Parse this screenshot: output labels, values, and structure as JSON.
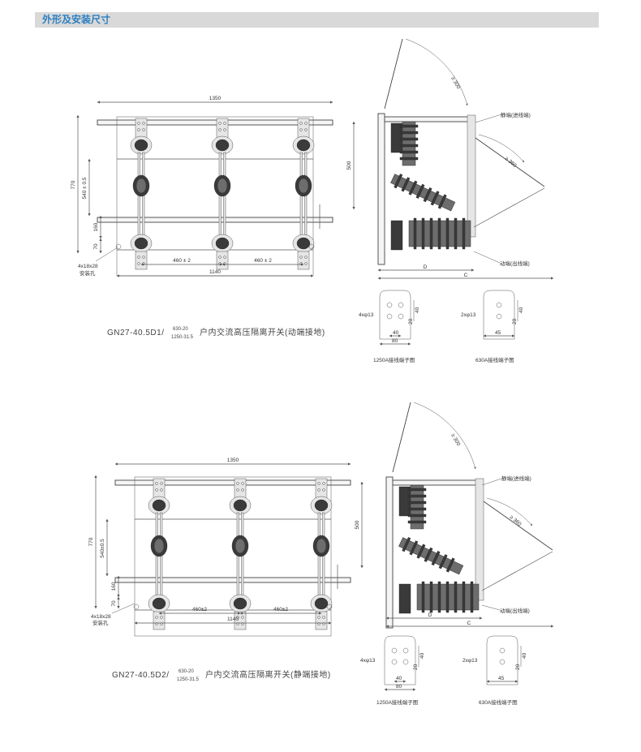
{
  "header": {
    "title": "外形及安装尺寸"
  },
  "diagrams": [
    {
      "caption_prefix": "GN27-40.5D1/",
      "caption_frac_top": "630-20",
      "caption_frac_bottom": "1250-31.5",
      "caption_suffix": "户内交流高压隔离开关(动端接地)",
      "front": {
        "width_total": "1350",
        "width_mount": "1140",
        "pitch_a": "460 ± 2",
        "pitch_b": "460 ± 2",
        "height_total": "770",
        "height_mid": "540 ± 0.5",
        "height_low": "160",
        "height_base": "70",
        "height_side": "500",
        "hole_label": "4x18x28",
        "hole_text": "安装孔"
      },
      "side": {
        "arc_a": "≥ 300",
        "arc_b": "≥ 360",
        "label_static": "静端(进线端)",
        "label_moving": "动端(出线端)",
        "dim_d": "D",
        "dim_c": "C"
      },
      "term_1250": {
        "holes": "4xφ13",
        "w1": "40",
        "w2": "80",
        "h1": "20",
        "h2": "40",
        "caption": "1250A接线端子图"
      },
      "term_630": {
        "holes": "2xφ13",
        "w1": "45",
        "h1": "20",
        "h2": "40",
        "caption": "630A接线端子图"
      }
    },
    {
      "caption_prefix": "GN27-40.5D2/",
      "caption_frac_top": "630-20",
      "caption_frac_bottom": "1250-31.5",
      "caption_suffix": "户内交流高压隔离开关(静端接地)",
      "front": {
        "width_total": "1350",
        "width_mount": "1140",
        "pitch_a": "460±2",
        "pitch_b": "460±2",
        "height_total": "770",
        "height_mid": "540±0.5",
        "height_low": "160",
        "height_base": "70",
        "height_side": "500",
        "hole_label": "4x18x28",
        "hole_text": "安装孔"
      },
      "side": {
        "arc_a": "≥ 300",
        "arc_b": "≥ 360",
        "label_static": "静端(进线端)",
        "label_moving": "动端(出线端)",
        "dim_d": "D",
        "dim_c": "C"
      },
      "term_1250": {
        "holes": "4xφ13",
        "w1": "40",
        "w2": "80",
        "h1": "20",
        "h2": "40",
        "caption": "1250A接线端子图"
      },
      "term_630": {
        "holes": "2xφ13",
        "w1": "45",
        "h1": "20",
        "h2": "40",
        "caption": "630A接线端子图"
      }
    }
  ]
}
